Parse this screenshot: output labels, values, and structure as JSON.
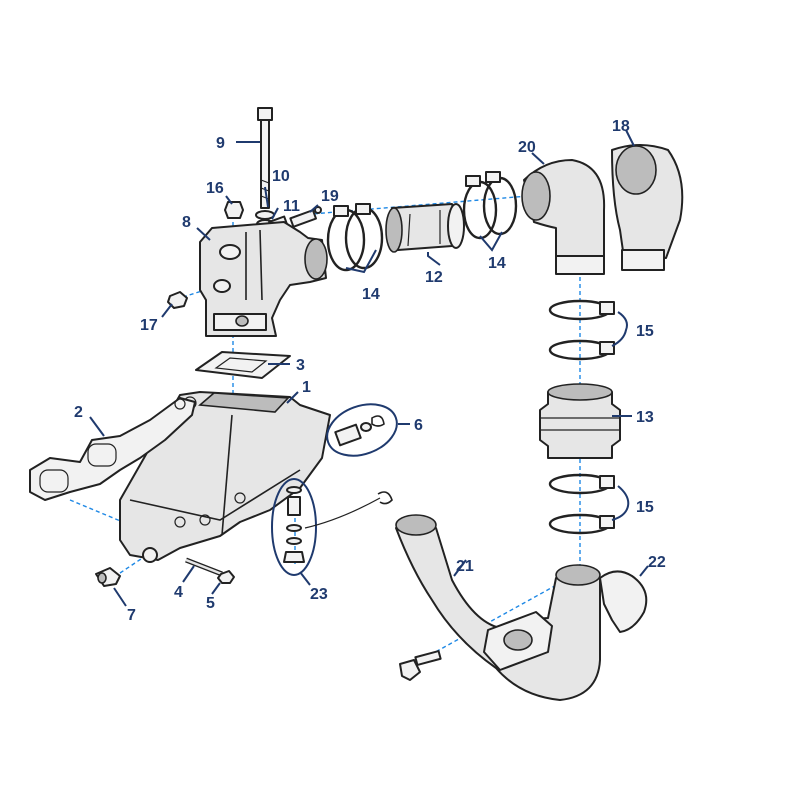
{
  "callouts": [
    {
      "id": "1",
      "text": "1"
    },
    {
      "id": "2",
      "text": "2"
    },
    {
      "id": "3",
      "text": "3"
    },
    {
      "id": "4",
      "text": "4"
    },
    {
      "id": "5",
      "text": "5"
    },
    {
      "id": "6",
      "text": "6"
    },
    {
      "id": "7",
      "text": "7"
    },
    {
      "id": "8",
      "text": "8"
    },
    {
      "id": "9",
      "text": "9"
    },
    {
      "id": "10",
      "text": "10"
    },
    {
      "id": "11",
      "text": "11"
    },
    {
      "id": "12",
      "text": "12"
    },
    {
      "id": "13",
      "text": "13"
    },
    {
      "id": "14a",
      "text": "14"
    },
    {
      "id": "14b",
      "text": "14"
    },
    {
      "id": "15a",
      "text": "15"
    },
    {
      "id": "15b",
      "text": "15"
    },
    {
      "id": "16",
      "text": "16"
    },
    {
      "id": "17",
      "text": "17"
    },
    {
      "id": "18",
      "text": "18"
    },
    {
      "id": "19",
      "text": "19"
    },
    {
      "id": "20",
      "text": "20"
    },
    {
      "id": "21",
      "text": "21"
    },
    {
      "id": "22",
      "text": "22"
    },
    {
      "id": "23",
      "text": "23"
    }
  ],
  "colors": {
    "label": "#1f3a6e",
    "axis": "#1e88e5",
    "part_fill": "#e6e6e6",
    "outline": "#222222"
  }
}
